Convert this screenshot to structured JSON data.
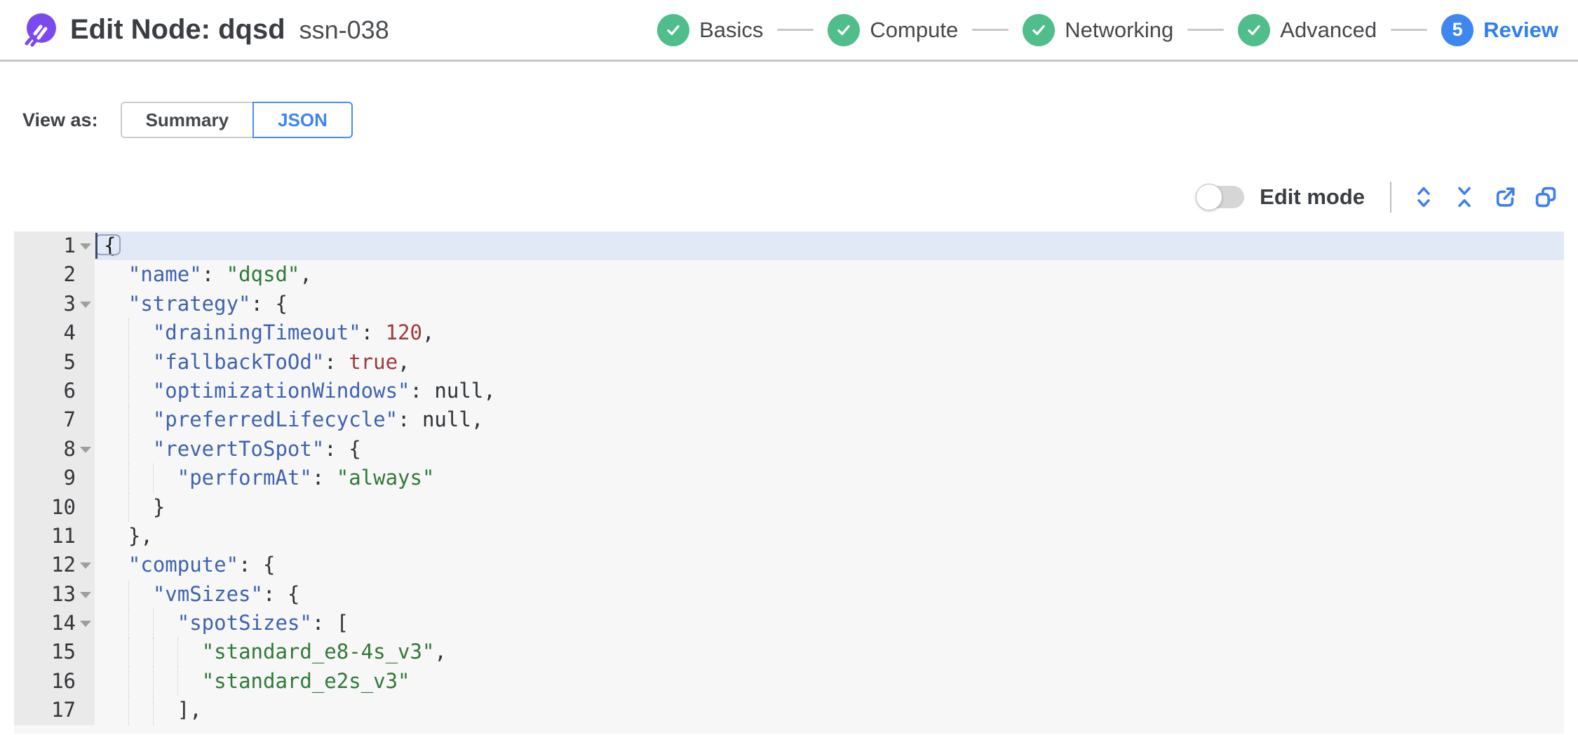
{
  "header": {
    "title": "Edit Node: dqsd",
    "subtitle": "ssn-038",
    "steps": [
      {
        "label": "Basics",
        "state": "done"
      },
      {
        "label": "Compute",
        "state": "done"
      },
      {
        "label": "Networking",
        "state": "done"
      },
      {
        "label": "Advanced",
        "state": "done"
      },
      {
        "label": "Review",
        "state": "current",
        "number": "5"
      }
    ]
  },
  "viewbar": {
    "label": "View as:",
    "options": [
      {
        "label": "Summary",
        "selected": false
      },
      {
        "label": "JSON",
        "selected": true
      }
    ]
  },
  "toolbar": {
    "edit_mode_label": "Edit mode",
    "edit_mode_on": false,
    "icons": [
      "expand-all",
      "collapse-all",
      "export",
      "copy"
    ]
  },
  "colors": {
    "accent_blue": "#3E86F0",
    "step_green": "#4FBE8B",
    "logo_purple": "#7B4AEF",
    "editor_bg": "#F7F7F7",
    "gutter_bg": "#EAEAEA",
    "active_line_bg": "#E2E9F6",
    "token_key": "#3D63AE",
    "token_string": "#2F7A37",
    "token_number": "#9D3A3C"
  },
  "editor": {
    "active_line": 1,
    "lines": [
      {
        "n": 1,
        "fold": true,
        "cursor": true,
        "segs": [
          {
            "t": "brace",
            "v": "{"
          }
        ]
      },
      {
        "n": 2,
        "segs": [
          {
            "t": "ws",
            "v": "  "
          },
          {
            "t": "key",
            "v": "\"name\""
          },
          {
            "t": "punc",
            "v": ": "
          },
          {
            "t": "str",
            "v": "\"dqsd\""
          },
          {
            "t": "punc",
            "v": ","
          }
        ]
      },
      {
        "n": 3,
        "fold": true,
        "segs": [
          {
            "t": "ws",
            "v": "  "
          },
          {
            "t": "key",
            "v": "\"strategy\""
          },
          {
            "t": "punc",
            "v": ": {"
          }
        ]
      },
      {
        "n": 4,
        "segs": [
          {
            "t": "ws",
            "v": "    "
          },
          {
            "t": "key",
            "v": "\"drainingTimeout\""
          },
          {
            "t": "punc",
            "v": ": "
          },
          {
            "t": "num",
            "v": "120"
          },
          {
            "t": "punc",
            "v": ","
          }
        ]
      },
      {
        "n": 5,
        "segs": [
          {
            "t": "ws",
            "v": "    "
          },
          {
            "t": "key",
            "v": "\"fallbackToOd\""
          },
          {
            "t": "punc",
            "v": ": "
          },
          {
            "t": "bool",
            "v": "true"
          },
          {
            "t": "punc",
            "v": ","
          }
        ]
      },
      {
        "n": 6,
        "segs": [
          {
            "t": "ws",
            "v": "    "
          },
          {
            "t": "key",
            "v": "\"optimizationWindows\""
          },
          {
            "t": "punc",
            "v": ": "
          },
          {
            "t": "null",
            "v": "null"
          },
          {
            "t": "punc",
            "v": ","
          }
        ]
      },
      {
        "n": 7,
        "segs": [
          {
            "t": "ws",
            "v": "    "
          },
          {
            "t": "key",
            "v": "\"preferredLifecycle\""
          },
          {
            "t": "punc",
            "v": ": "
          },
          {
            "t": "null",
            "v": "null"
          },
          {
            "t": "punc",
            "v": ","
          }
        ]
      },
      {
        "n": 8,
        "fold": true,
        "segs": [
          {
            "t": "ws",
            "v": "    "
          },
          {
            "t": "key",
            "v": "\"revertToSpot\""
          },
          {
            "t": "punc",
            "v": ": {"
          }
        ]
      },
      {
        "n": 9,
        "segs": [
          {
            "t": "ws",
            "v": "      "
          },
          {
            "t": "key",
            "v": "\"performAt\""
          },
          {
            "t": "punc",
            "v": ": "
          },
          {
            "t": "str",
            "v": "\"always\""
          }
        ]
      },
      {
        "n": 10,
        "segs": [
          {
            "t": "ws",
            "v": "    "
          },
          {
            "t": "punc",
            "v": "}"
          }
        ]
      },
      {
        "n": 11,
        "segs": [
          {
            "t": "ws",
            "v": "  "
          },
          {
            "t": "punc",
            "v": "},"
          }
        ]
      },
      {
        "n": 12,
        "fold": true,
        "segs": [
          {
            "t": "ws",
            "v": "  "
          },
          {
            "t": "key",
            "v": "\"compute\""
          },
          {
            "t": "punc",
            "v": ": {"
          }
        ]
      },
      {
        "n": 13,
        "fold": true,
        "segs": [
          {
            "t": "ws",
            "v": "    "
          },
          {
            "t": "key",
            "v": "\"vmSizes\""
          },
          {
            "t": "punc",
            "v": ": {"
          }
        ]
      },
      {
        "n": 14,
        "fold": true,
        "segs": [
          {
            "t": "ws",
            "v": "      "
          },
          {
            "t": "key",
            "v": "\"spotSizes\""
          },
          {
            "t": "punc",
            "v": ": ["
          }
        ]
      },
      {
        "n": 15,
        "segs": [
          {
            "t": "ws",
            "v": "        "
          },
          {
            "t": "str",
            "v": "\"standard_e8-4s_v3\""
          },
          {
            "t": "punc",
            "v": ","
          }
        ]
      },
      {
        "n": 16,
        "segs": [
          {
            "t": "ws",
            "v": "        "
          },
          {
            "t": "str",
            "v": "\"standard_e2s_v3\""
          }
        ]
      },
      {
        "n": 17,
        "segs": [
          {
            "t": "ws",
            "v": "      "
          },
          {
            "t": "punc",
            "v": "],"
          }
        ]
      }
    ]
  }
}
